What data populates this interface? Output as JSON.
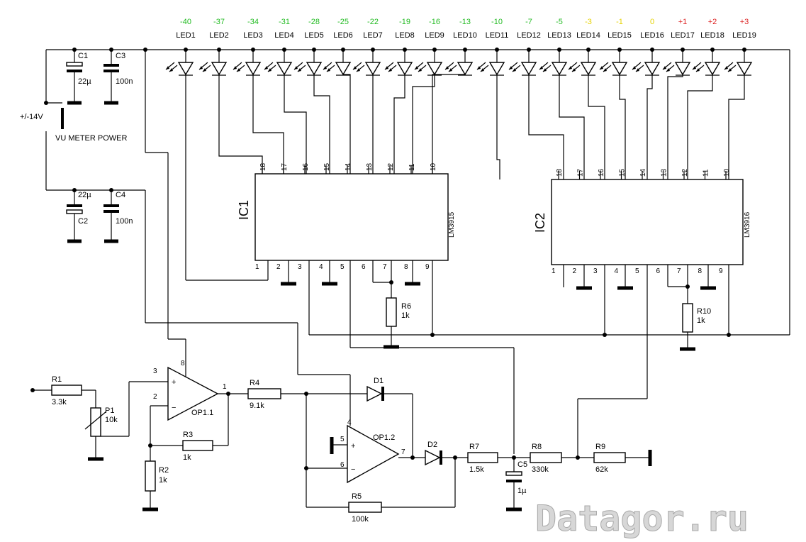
{
  "leds": [
    {
      "name": "LED1",
      "db": "-40",
      "color": "#22bb22"
    },
    {
      "name": "LED2",
      "db": "-37",
      "color": "#22bb22"
    },
    {
      "name": "LED3",
      "db": "-34",
      "color": "#22bb22"
    },
    {
      "name": "LED4",
      "db": "-31",
      "color": "#22bb22"
    },
    {
      "name": "LED5",
      "db": "-28",
      "color": "#22bb22"
    },
    {
      "name": "LED6",
      "db": "-25",
      "color": "#22bb22"
    },
    {
      "name": "LED7",
      "db": "-22",
      "color": "#22bb22"
    },
    {
      "name": "LED8",
      "db": "-19",
      "color": "#22bb22"
    },
    {
      "name": "LED9",
      "db": "-16",
      "color": "#22bb22"
    },
    {
      "name": "LED10",
      "db": "-13",
      "color": "#22bb22"
    },
    {
      "name": "LED11",
      "db": "-10",
      "color": "#22bb22"
    },
    {
      "name": "LED12",
      "db": "-7",
      "color": "#22bb22"
    },
    {
      "name": "LED13",
      "db": "-5",
      "color": "#22bb22"
    },
    {
      "name": "LED14",
      "db": "-3",
      "color": "#e6d200"
    },
    {
      "name": "LED15",
      "db": "-1",
      "color": "#e6d200"
    },
    {
      "name": "LED16",
      "db": "0",
      "color": "#e6d200"
    },
    {
      "name": "LED17",
      "db": "+1",
      "color": "#dd2222"
    },
    {
      "name": "LED18",
      "db": "+2",
      "color": "#dd2222"
    },
    {
      "name": "LED19",
      "db": "+3",
      "color": "#dd2222"
    }
  ],
  "ic1": {
    "name": "IC1",
    "type": "LM3915",
    "top_pins": [
      "18",
      "17",
      "16",
      "15",
      "14",
      "13",
      "12",
      "11",
      "10"
    ],
    "bottom_pins": [
      "1",
      "2",
      "3",
      "4",
      "5",
      "6",
      "7",
      "8",
      "9"
    ]
  },
  "ic2": {
    "name": "IC2",
    "type": "LM3916",
    "top_pins": [
      "18",
      "17",
      "16",
      "15",
      "14",
      "13",
      "12",
      "11",
      "10"
    ],
    "bottom_pins": [
      "1",
      "2",
      "3",
      "4",
      "5",
      "6",
      "7",
      "8",
      "9"
    ]
  },
  "power": {
    "voltage": "+/-14V",
    "label": "VU METER POWER",
    "label_color": "#cc0000"
  },
  "caps": {
    "c1": {
      "name": "C1",
      "value": "22µ"
    },
    "c3": {
      "name": "C3",
      "value": "100n"
    },
    "c2": {
      "name": "C2",
      "value": "22µ"
    },
    "c4": {
      "name": "C4",
      "value": "100n"
    },
    "c5": {
      "name": "C5",
      "value": "1µ"
    }
  },
  "resistors": {
    "r1": {
      "name": "R1",
      "value": "3.3k"
    },
    "p1": {
      "name": "P1",
      "value": "10k"
    },
    "r2": {
      "name": "R2",
      "value": "1k"
    },
    "r3": {
      "name": "R3",
      "value": "1k"
    },
    "r4": {
      "name": "R4",
      "value": "9.1k"
    },
    "r5": {
      "name": "R5",
      "value": "100k"
    },
    "r6": {
      "name": "R6",
      "value": "1k"
    },
    "r7": {
      "name": "R7",
      "value": "1.5k"
    },
    "r8": {
      "name": "R8",
      "value": "330k"
    },
    "r9": {
      "name": "R9",
      "value": "62k"
    },
    "r10": {
      "name": "R10",
      "value": "1k"
    }
  },
  "opamps": {
    "op11": {
      "name": "OP1.1",
      "pins": {
        "in_plus": "3",
        "in_minus": "2",
        "out": "1",
        "vcc": "8"
      }
    },
    "op12": {
      "name": "OP1.2",
      "pins": {
        "in_plus": "5",
        "in_minus": "6",
        "out": "7",
        "vcc": "4"
      }
    }
  },
  "diodes": {
    "d1": "D1",
    "d2": "D2"
  },
  "watermark": "Datagor.ru"
}
